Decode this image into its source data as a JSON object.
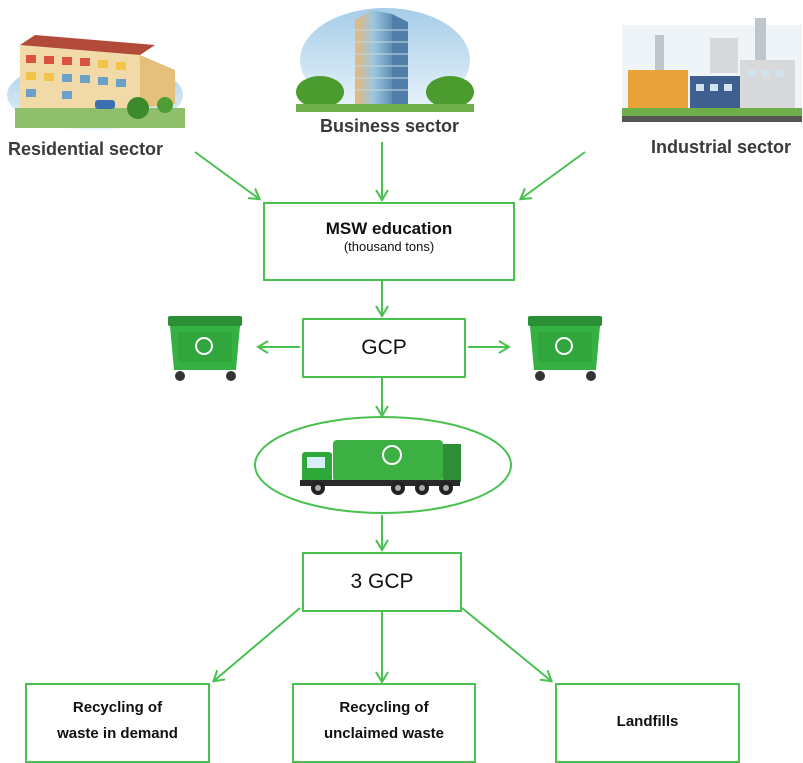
{
  "sectors": {
    "residential": "Residential sector",
    "business": "Business sector",
    "industrial": "Industrial sector"
  },
  "nodes": {
    "msw_title": "MSW education",
    "msw_sub": "(thousand tons)",
    "gcp": "GCP",
    "gcp3": "3 GCP",
    "recycling_demand_line1": "Recycling of",
    "recycling_demand_line2": "waste in demand",
    "recycling_unclaimed_line1": "Recycling of",
    "recycling_unclaimed_line2": "unclaimed waste",
    "landfills": "Landfills"
  },
  "icons": {
    "residential": "apartment-building-icon",
    "business": "skyscraper-icon",
    "industrial": "factory-icon",
    "bin": "recycling-bin-icon",
    "truck": "garbage-truck-icon"
  },
  "colors": {
    "accent": "#48c14f",
    "bin": "#2fa83a",
    "text": "#3a3a3a"
  }
}
